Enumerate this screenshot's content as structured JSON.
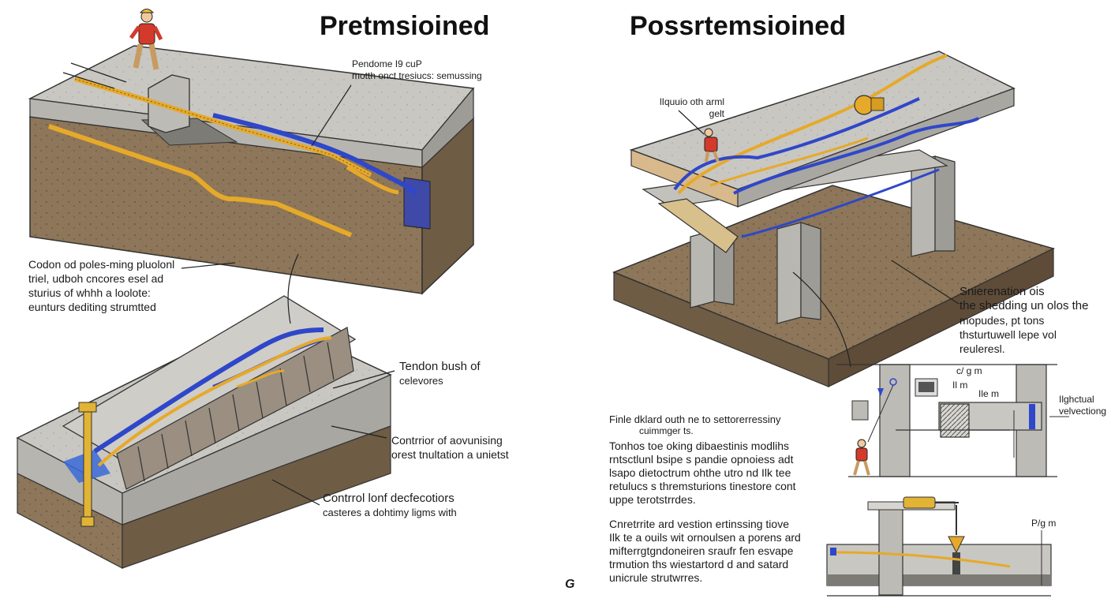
{
  "titles": {
    "left": "Pretmsioined",
    "right": "Possrtemsioined"
  },
  "left_labels": {
    "top_callout": [
      "Pendome I9 cuP",
      "motth onct tresiucs: semussing"
    ],
    "mid_left": [
      "Codon od poles-ming pluolonl",
      "triel, udboh cncores esel ad",
      "sturius of whhh a loolote:",
      "eunturs dediting strumtted"
    ],
    "tendon": [
      "Tendon bush of",
      "celevores"
    ],
    "control_1": [
      "Contrrior of aovunising",
      "orest tnultation a unietst"
    ],
    "control_2": [
      "Contrrol lonf decfecotiors",
      "casteres a dohtimy ligms with"
    ]
  },
  "right_labels": {
    "worker_callout": [
      "lIquuio oth arml",
      "gelt"
    ],
    "side_callout": [
      "Snierenation ois",
      "the shedding un olos the",
      "mopudes, pt tons",
      "thsturtuwell lepe vol",
      "reuleresl."
    ],
    "para_1": [
      "Finle dklard outh ne to settorerressiny",
      "cuimmger ts."
    ],
    "para_2": [
      "Tonhos toe oking dibaestinis modlihs",
      "rntsctlunl bsipe s pandie opnoiess adt",
      "lsapo dietoctrum ohthe utro nd Ilk tee",
      "retulucs s thremsturions tinestore cont",
      "uppe terotstrrdes."
    ],
    "para_3": [
      "Cnretrrite ard vestion ertinssing tiove",
      "Ilk te a ouils wit ornoulsen a porens ard",
      "mifterrgtgndoneiren sraufr fen esvape",
      "trmution ths wiestartord d and satard",
      "unicrule strutwrres."
    ]
  },
  "diagram_labels": {
    "c_m": "c/ g m",
    "il_m": "Il m",
    "le_m": "Ile m",
    "lightctual": [
      "Ilghctual",
      "velvectiong"
    ],
    "pi_m": "P/g m",
    "g_mark": "G"
  },
  "colors": {
    "concrete_top": "#c9c7c2",
    "concrete_side": "#a9a7a2",
    "soil": "#8d7659",
    "soil_dark": "#6f5c45",
    "tendon_blue": "#2f47c9",
    "tendon_yellow": "#e6a92a",
    "worker_red": "#d33a2c"
  }
}
